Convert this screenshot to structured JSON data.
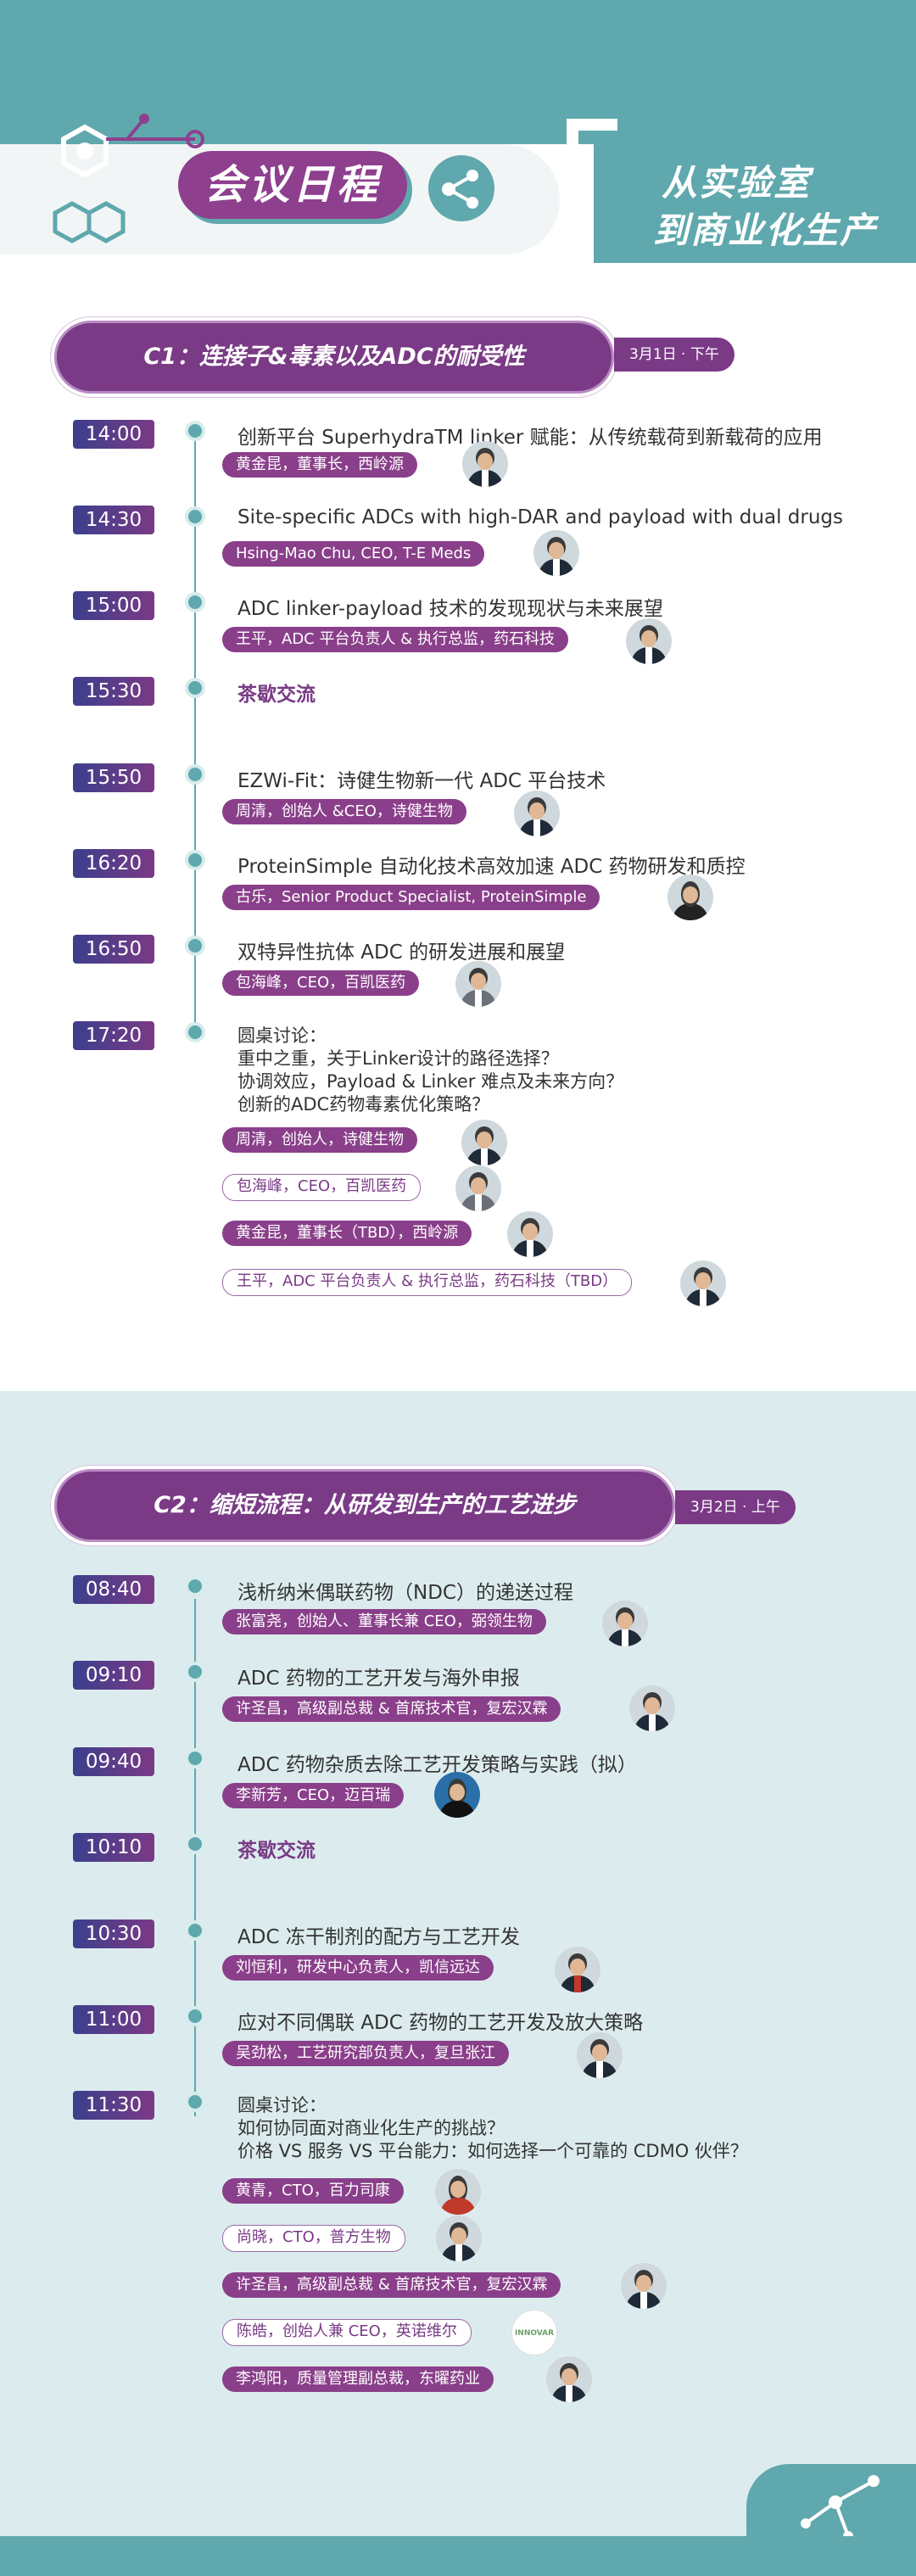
{
  "header": {
    "title": "会议日程",
    "subtitle_line1": "从实验室",
    "subtitle_line2": "到商业化生产"
  },
  "sessions": [
    {
      "title": "C1：连接子&毒素以及ADC的耐受性",
      "date": "3月1日 · 下午",
      "items": [
        {
          "time": "14:00",
          "title": "创新平台 SuperhydraTM linker 赋能：从传统载荷到新载荷的应用",
          "speakers": [
            "黄金昆，董事长，西岭源"
          ]
        },
        {
          "time": "14:30",
          "title": "Site-specific ADCs with high-DAR and payload with dual drugs",
          "speakers": [
            "Hsing-Mao Chu, CEO, T-E Meds"
          ]
        },
        {
          "time": "15:00",
          "title": "ADC linker-payload 技术的发现现状与未来展望",
          "speakers": [
            "王平，ADC 平台负责人 & 执行总监，药石科技"
          ]
        },
        {
          "time": "15:30",
          "title": "茶歇交流",
          "speakers": []
        },
        {
          "time": "15:50",
          "title": "EZWi-Fit：诗健生物新一代 ADC 平台技术",
          "speakers": [
            "周清，创始人 &CEO，诗健生物"
          ]
        },
        {
          "time": "16:20",
          "title": "ProteinSimple 自动化技术高效加速 ADC 药物研发和质控",
          "speakers": [
            "古乐，Senior Product Specialist, ProteinSimple"
          ]
        },
        {
          "time": "16:50",
          "title": "双特异性抗体 ADC 的研发进展和展望",
          "speakers": [
            "包海峰，CEO，百凯医药"
          ]
        },
        {
          "time": "17:20",
          "title": "圆桌讨论：",
          "lines": [
            "重中之重，关于Linker设计的路径选择？",
            "协调效应，Payload & Linker 难点及未来方向？",
            "创新的ADC药物毒素优化策略？"
          ],
          "speakers": [
            "周清，创始人，诗健生物",
            "包海峰，CEO，百凯医药",
            "黄金昆，董事长（TBD），西岭源",
            "王平，ADC 平台负责人 & 执行总监，药石科技（TBD）"
          ]
        }
      ]
    },
    {
      "title": "C2：缩短流程：从研发到生产的工艺进步",
      "date": "3月2日 · 上午",
      "items": [
        {
          "time": "08:40",
          "title": "浅析纳米偶联药物（NDC）的递送过程",
          "speakers": [
            "张富尧，创始人、董事长兼 CEO，弼领生物"
          ]
        },
        {
          "time": "09:10",
          "title": "ADC 药物的工艺开发与海外申报",
          "speakers": [
            "许圣昌，高级副总裁 & 首席技术官，复宏汉霖"
          ]
        },
        {
          "time": "09:40",
          "title": "ADC 药物杂质去除工艺开发策略与实践（拟）",
          "speakers": [
            "李新芳，CEO，迈百瑞"
          ]
        },
        {
          "time": "10:10",
          "title": "茶歇交流",
          "speakers": []
        },
        {
          "time": "10:30",
          "title": "ADC 冻干制剂的配方与工艺开发",
          "speakers": [
            "刘恒利，研发中心负责人，凯信远达"
          ]
        },
        {
          "time": "11:00",
          "title": "应对不同偶联 ADC 药物的工艺开发及放大策略",
          "speakers": [
            "吴劲松，工艺研究部负责人，复旦张江"
          ]
        },
        {
          "time": "11:30",
          "title": "圆桌讨论：",
          "lines": [
            "如何协同面对商业化生产的挑战？",
            "价格 VS 服务 VS 平台能力：如何选择一个可靠的 CDMO 伙伴？"
          ],
          "speakers": [
            "黄青，CTO，百力司康",
            "尚晓，CTO，普方生物",
            "许圣昌，高级副总裁 & 首席技术官，复宏汉霖",
            "陈皓，创始人兼 CEO，英诺维尔",
            "李鸿阳，质量管理副总裁，东曜药业"
          ]
        }
      ]
    }
  ],
  "logo_text": "INNOVAR",
  "colors": {
    "teal": "#5fa8ad",
    "purple": "#7a3a86",
    "navy": "#3c3f8c"
  }
}
